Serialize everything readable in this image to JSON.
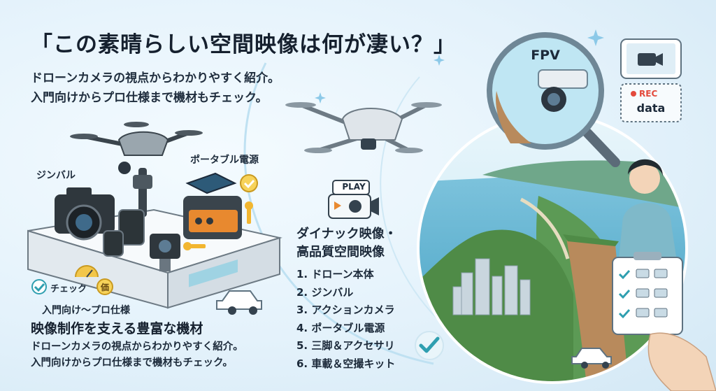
{
  "title": "「この素晴らしい空間映像は何が凄い？」",
  "subtitle": [
    "ドローンカメラの視点からわかりやすく紹介。",
    "入門向けからプロ仕様まで機材もチェック。"
  ],
  "labels": {
    "gimbal": "ジンバル",
    "portable_power": "ポータブル電源",
    "check": "チェック",
    "price_badge": "価",
    "play": "PLAY",
    "fpv": "FPV",
    "rec": "REC",
    "data": "data"
  },
  "middle": {
    "heading": [
      "ダイナック映像・",
      "高品質空間映像"
    ],
    "items": [
      "1. ドローン本体",
      "2. ジンバル",
      "3. アクションカメラ",
      "4. ポータブル電源",
      "5. 三脚＆アクセサリ",
      "6. 車載＆空撮キット"
    ]
  },
  "bottom_left": {
    "tag": "入門向け〜プロ仕様",
    "heading": "映像制作を支える豊富な機材",
    "description": [
      "ドローンカメラの視点からわかりやすく紹介。",
      "入門向けからプロ仕様まで機材もチェック。"
    ]
  },
  "colors": {
    "accent_blue": "#3aa0d8",
    "check_green": "#2f9fb0",
    "orange": "#e8892f",
    "sky": "#bfe3f2"
  }
}
